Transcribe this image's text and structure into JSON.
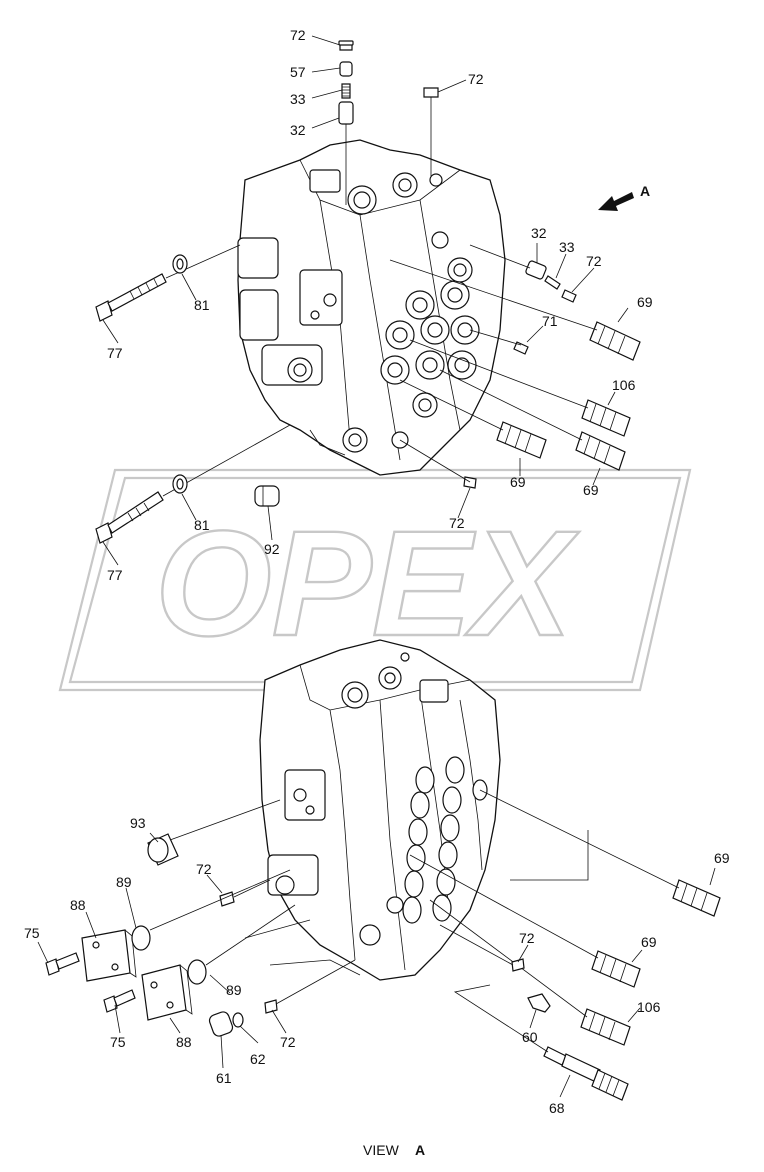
{
  "view_title": {
    "word": "VIEW",
    "letter": "A"
  },
  "arrow_label": "A",
  "watermark": "OPEX",
  "colors": {
    "line": "#111111",
    "watermark": "#c8c8c8",
    "background": "#ffffff"
  },
  "callouts": {
    "top": {
      "p72a": "72",
      "p57": "57",
      "p33a": "33",
      "p32a": "32",
      "p72b": "72",
      "p32b": "32",
      "p33b": "33",
      "p72c": "72",
      "p81a": "81",
      "p77a": "77",
      "p69a": "69",
      "p71": "71",
      "p106a": "106",
      "p69b": "69",
      "p69c": "69",
      "p72d": "72",
      "p81b": "81",
      "p92": "92",
      "p77b": "77"
    },
    "bottom": {
      "p93": "93",
      "p72e": "72",
      "p69d": "69",
      "p89a": "89",
      "p88a": "88",
      "p75a": "75",
      "p72f": "72",
      "p69e": "69",
      "p89b": "89",
      "p75b": "75",
      "p88b": "88",
      "p62": "62",
      "p72g": "72",
      "p61": "61",
      "p60": "60",
      "p106b": "106",
      "p68": "68"
    }
  }
}
